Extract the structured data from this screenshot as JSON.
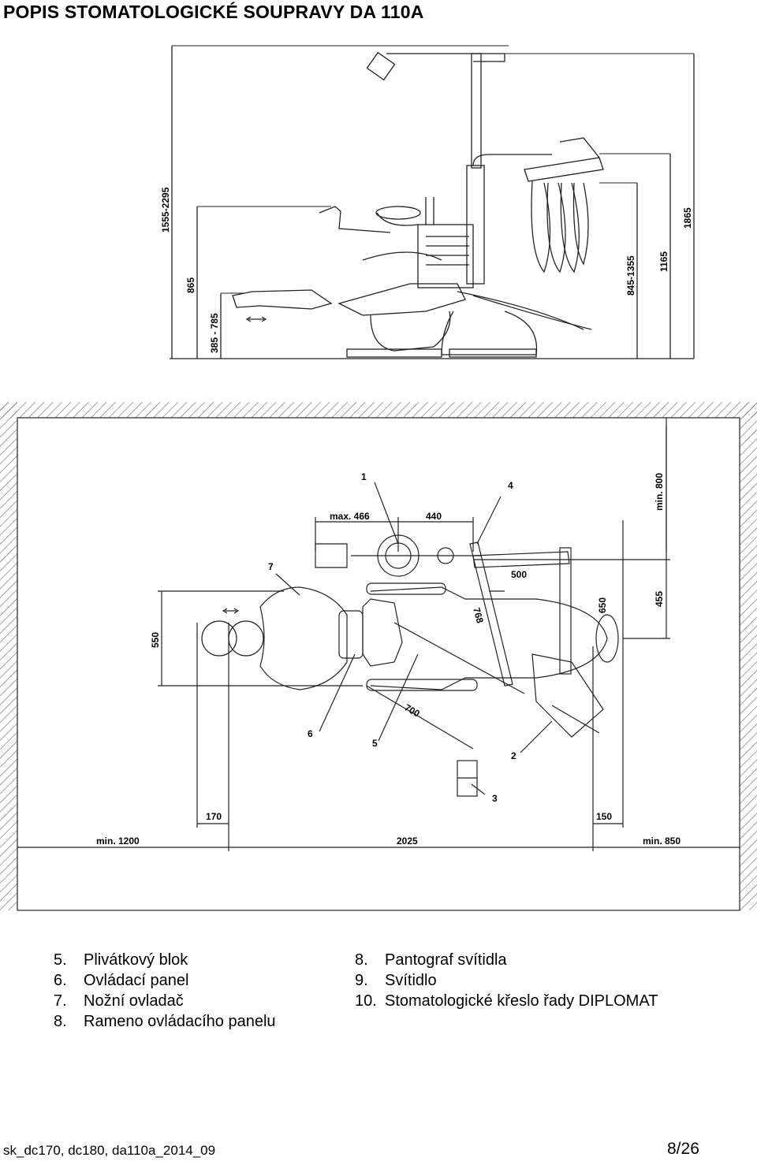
{
  "document": {
    "title": "POPIS STOMATOLOGICKÉ  SOUPRAVY DA 110A"
  },
  "side_view": {
    "dimensions": [
      "1555-2295",
      "865",
      "385 - 785",
      "845-1355",
      "1165",
      "1865"
    ]
  },
  "top_view": {
    "dimensions": {
      "max_466": "max. 466",
      "d440": "440",
      "d500": "500",
      "d768": "768",
      "d650": "650",
      "d455": "455",
      "min_800": "min. 800",
      "d550": "550",
      "d700": "700",
      "d170": "170",
      "d150": "150",
      "min_1200": "min. 1200",
      "d2025": "2025",
      "min_850": "min. 850"
    },
    "callouts": [
      "1",
      "2",
      "3",
      "4",
      "5",
      "6",
      "7"
    ]
  },
  "legend": {
    "left": [
      {
        "num": "5.",
        "label": "Plivátkový blok"
      },
      {
        "num": "6.",
        "label": "Ovládací panel"
      },
      {
        "num": "7.",
        "label": "Nožní ovladač"
      },
      {
        "num": "8.",
        "label": "Rameno ovládacího panelu"
      }
    ],
    "right": [
      {
        "num": "8.",
        "label": "Pantograf svítidla"
      },
      {
        "num": "9.",
        "label": "Svítidlo"
      },
      {
        "num": "10.",
        "label": "Stomatologické křeslo řady DIPLOMAT"
      }
    ]
  },
  "footer": {
    "doc_code": "sk_dc170, dc180, da110a_2014_09",
    "page": "8/26"
  }
}
